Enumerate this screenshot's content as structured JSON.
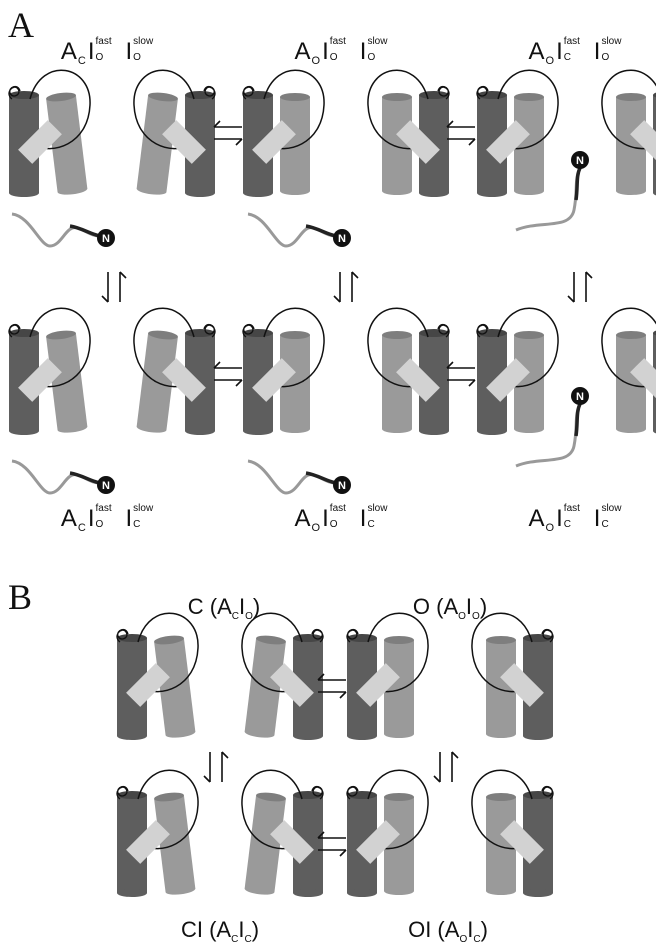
{
  "panels": {
    "a": {
      "letter": "A"
    },
    "b": {
      "letter": "B"
    }
  },
  "labels": {
    "a_top_left": {
      "main1": "A",
      "sub1": "C",
      "main2": "I",
      "sup2": "fast",
      "sub2": "O",
      "main3": "I",
      "sup3": "slow",
      "sub3": "O"
    },
    "a_top_mid": {
      "main1": "A",
      "sub1": "O",
      "main2": "I",
      "sup2": "fast",
      "sub2": "O",
      "main3": "I",
      "sup3": "slow",
      "sub3": "O"
    },
    "a_top_right": {
      "main1": "A",
      "sub1": "O",
      "main2": "I",
      "sup2": "fast",
      "sub2": "C",
      "main3": "I",
      "sup3": "slow",
      "sub3": "O"
    },
    "a_bot_left": {
      "main1": "A",
      "sub1": "C",
      "main2": "I",
      "sup2": "fast",
      "sub2": "O",
      "main3": "I",
      "sup3": "slow",
      "sub3": "C"
    },
    "a_bot_mid": {
      "main1": "A",
      "sub1": "O",
      "main2": "I",
      "sup2": "fast",
      "sub2": "O",
      "main3": "I",
      "sup3": "slow",
      "sub3": "C"
    },
    "a_bot_right": {
      "main1": "A",
      "sub1": "O",
      "main2": "I",
      "sup2": "fast",
      "sub2": "C",
      "main3": "I",
      "sup3": "slow",
      "sub3": "C"
    }
  },
  "b_labels": {
    "top_left": {
      "state": "C",
      "main1": "A",
      "sub1": "C",
      "main2": "I",
      "sub2": "O"
    },
    "top_right": {
      "state": "O",
      "main1": "A",
      "sub1": "O",
      "main2": "I",
      "sub2": "O"
    },
    "bot_left": {
      "state": "CI",
      "main1": "A",
      "sub1": "C",
      "main2": "I",
      "sub2": "C"
    },
    "bot_right": {
      "state": "OI",
      "main1": "A",
      "sub1": "O",
      "main2": "I",
      "sub2": "C"
    }
  },
  "ball_letter": "N",
  "colors": {
    "dark_helix": "#5e5e5e",
    "dark_helix_top": "#464646",
    "light_helix": "#9a9a9a",
    "light_helix_top": "#7e7e7e",
    "sensor": "#d2d2d2",
    "ball": "#111111"
  }
}
